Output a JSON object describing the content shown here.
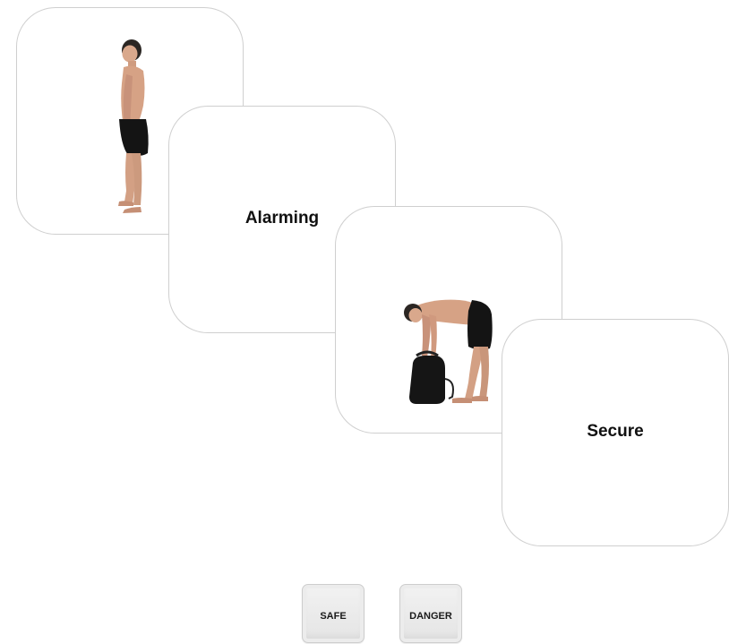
{
  "cards": [
    {
      "type": "image",
      "image": "standing-man"
    },
    {
      "type": "word",
      "text": "Alarming"
    },
    {
      "type": "image",
      "image": "man-lifting-backpack"
    },
    {
      "type": "word",
      "text": "Secure"
    }
  ],
  "keys": {
    "safe_label": "SAFE",
    "danger_label": "DANGER"
  },
  "colors": {
    "card_border": "#cfcfcf",
    "key_face": "#e8e8e8",
    "text": "#111111"
  }
}
